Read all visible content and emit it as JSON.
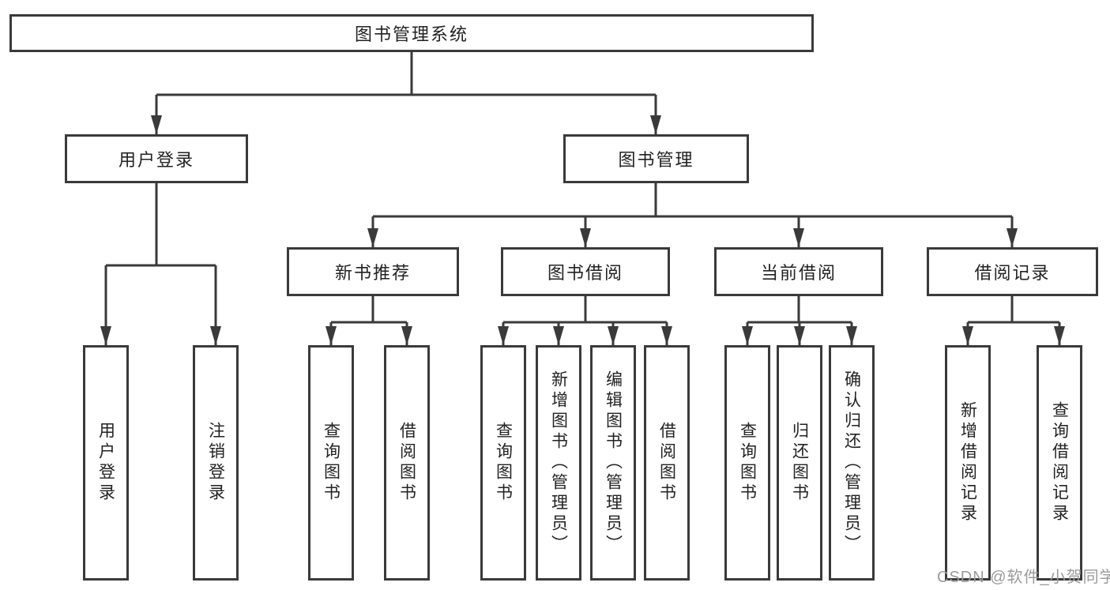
{
  "colors": {
    "line": "#3a3a3a",
    "text": "#222222",
    "box_bg": "#ffffff",
    "watermark": "#9b9b9b",
    "background": "#ffffff"
  },
  "tree": {
    "label": "图书管理系统",
    "children": [
      {
        "label": "用户登录",
        "children": [
          {
            "label": "用户登录"
          },
          {
            "label": "注销登录"
          }
        ]
      },
      {
        "label": "图书管理",
        "children": [
          {
            "label": "新书推荐",
            "children": [
              {
                "label": "查询图书"
              },
              {
                "label": "借阅图书"
              }
            ]
          },
          {
            "label": "图书借阅",
            "children": [
              {
                "label": "查询图书"
              },
              {
                "label": "新增图书（管理员）"
              },
              {
                "label": "编辑图书（管理员）"
              },
              {
                "label": "借阅图书"
              }
            ]
          },
          {
            "label": "当前借阅",
            "children": [
              {
                "label": "查询图书"
              },
              {
                "label": "归还图书"
              },
              {
                "label": "确认归还（管理员）"
              }
            ]
          },
          {
            "label": "借阅记录",
            "children": [
              {
                "label": "新增借阅记录"
              },
              {
                "label": "查询借阅记录"
              }
            ]
          }
        ]
      }
    ]
  },
  "watermark": {
    "text": "CSDN @软件_小贺同学"
  }
}
